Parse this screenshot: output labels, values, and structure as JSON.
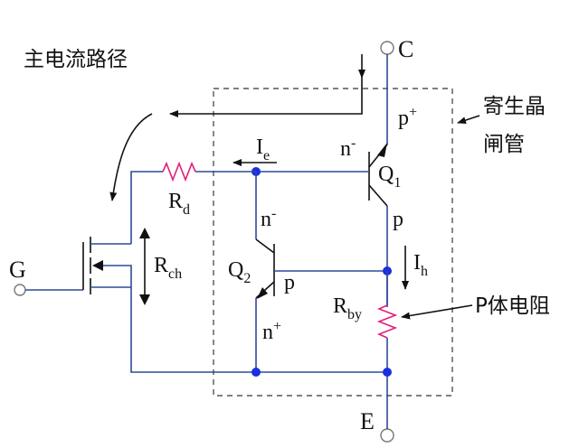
{
  "labels": {
    "terminal_c": "C",
    "terminal_e": "E",
    "terminal_g": "G",
    "main_path": "主电流路径",
    "parasitic_line1": "寄生晶",
    "parasitic_line2": "闸管",
    "p_resistor": "P体电阻",
    "p_plus": "p",
    "p_plus_sup": "+",
    "n_minus_q1": "n",
    "n_minus_q1_sup": "-",
    "q1": "Q",
    "q1_sub": "1",
    "ie": "I",
    "ie_sub": "e",
    "rd": "R",
    "rd_sub": "d",
    "n_minus_q2": "n",
    "n_minus_q2_sup": "-",
    "p_mid": "p",
    "ih": "I",
    "ih_sub": "h",
    "rch": "R",
    "rch_sub": "ch",
    "q2": "Q",
    "q2_sub": "2",
    "p_q2": "p",
    "rby": "R",
    "rby_sub": "by",
    "n_plus": "n",
    "n_plus_sup": "+"
  },
  "colors": {
    "wire": "#2e4a9a",
    "node": "#1a2fe0",
    "resistor": "#e21e7a",
    "box": "#555555"
  }
}
